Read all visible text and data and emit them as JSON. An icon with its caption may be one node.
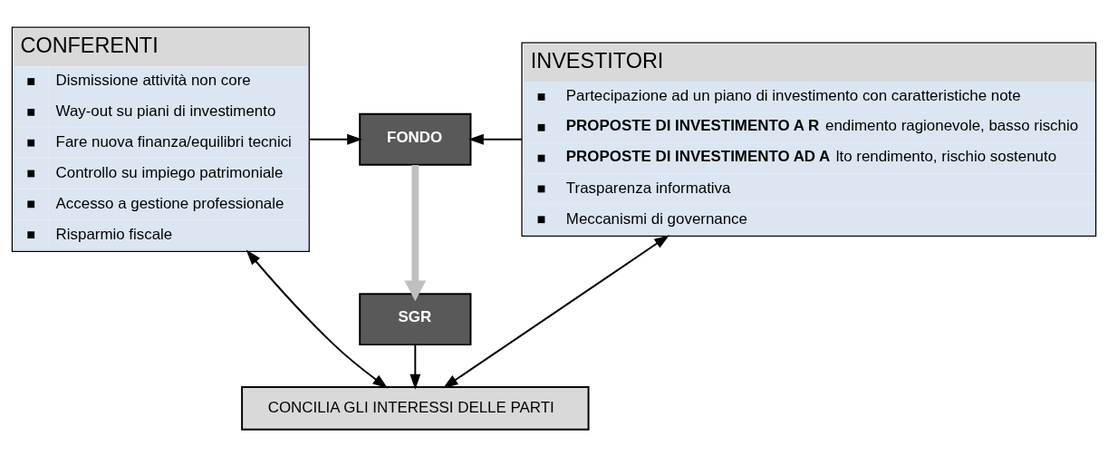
{
  "diagram": {
    "nodes": [
      {
        "text": [
          "CONFERENTI",
          "Dismissione attività non core",
          "Way-out su piani di investimento",
          "Fare nuova finanza/equilibri tecnici",
          "Controllo su impiego patrimoniale",
          "Accesso a gestione professionale",
          "Risparmio fiscale"
        ]
      },
      {
        "text": [
          "FONDO"
        ]
      },
      {
        "text": [
          "SGR"
        ]
      },
      {
        "text": [
          "INVESTITORI",
          "Partecipazione ad un piano di investimento con caratteristiche note",
          "**PROPOSTE DI INVESTIMENTO A R**endimento ragionevole, basso rischio",
          "**PROPOSTE DI INVESTIMENTO AD A**lto rendimento, rischio sostenuto",
          "Trasparenza informativa",
          "Meccanismi di governance"
        ]
      },
      {
        "text": [
          "CONCILIA GLI INTERESSI DELLE PARTI"
        ]
      }
    ],
    "edges": [
      {
        "from": 0,
        "to": 1,
        "arrow": "to"
      },
      {
        "from": 3,
        "to": 1,
        "arrow": "to"
      },
      {
        "from": 1,
        "to": 2,
        "arrow": "to",
        "style": "thick",
        "color": "#bfbfbf"
      },
      {
        "from": 2,
        "to": 4,
        "arrow": "to"
      },
      {
        "from": 4,
        "to": 0,
        "arrow": "both"
      },
      {
        "from": 4,
        "to": 3,
        "arrow": "both"
      }
    ]
  }
}
